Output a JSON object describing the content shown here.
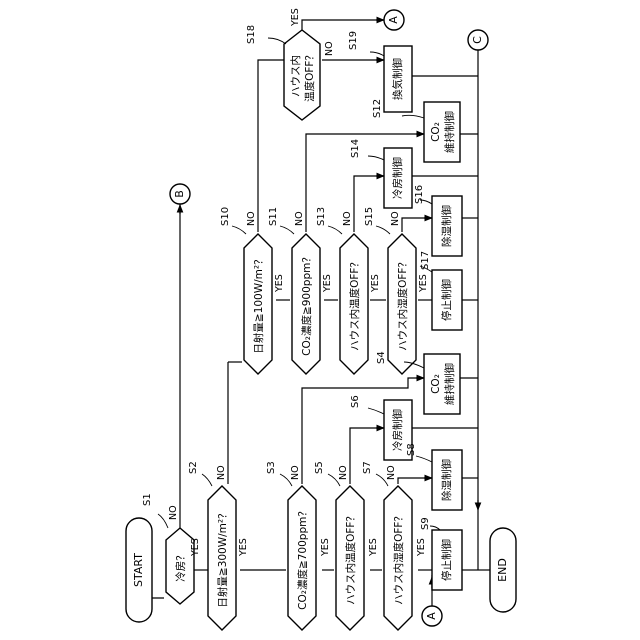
{
  "terminals": {
    "start": "START",
    "end": "END"
  },
  "decisions": {
    "s1": "冷房？",
    "s2": "日射量≧300W/m²？",
    "s3": "CO₂濃度≧700ppm？",
    "s5": "ハウス内温度OFF？",
    "s7": "ハウス内湿度OFF？",
    "s10": "日射量≧100W/m²？",
    "s11": "CO₂濃度≧900ppm？",
    "s13": "ハウス内温度OFF？",
    "s15": "ハウス内湿度OFF？",
    "s18_line1": "ハウス内",
    "s18_line2": "温度OFF？"
  },
  "processes": {
    "s4_line1": "CO₂",
    "s4_line2": "維持制御",
    "s6": "冷房制御",
    "s8": "除湿制御",
    "s9": "停止制御",
    "s12_line1": "CO₂",
    "s12_line2": "維持制御",
    "s14": "冷房制御",
    "s16": "除湿制御",
    "s17": "停止制御",
    "s19_line1": "換気制御"
  },
  "steps": {
    "s1": "S1",
    "s2": "S2",
    "s3": "S3",
    "s4": "S4",
    "s5": "S5",
    "s6": "S6",
    "s7": "S7",
    "s8": "S8",
    "s9": "S9",
    "s10": "S10",
    "s11": "S11",
    "s12": "S12",
    "s13": "S13",
    "s14": "S14",
    "s15": "S15",
    "s16": "S16",
    "s17": "S17",
    "s18": "S18",
    "s19": "S19"
  },
  "branches": {
    "yes": "YES",
    "no": "NO"
  },
  "connectors": {
    "a": "A",
    "b": "B",
    "c": "C"
  }
}
